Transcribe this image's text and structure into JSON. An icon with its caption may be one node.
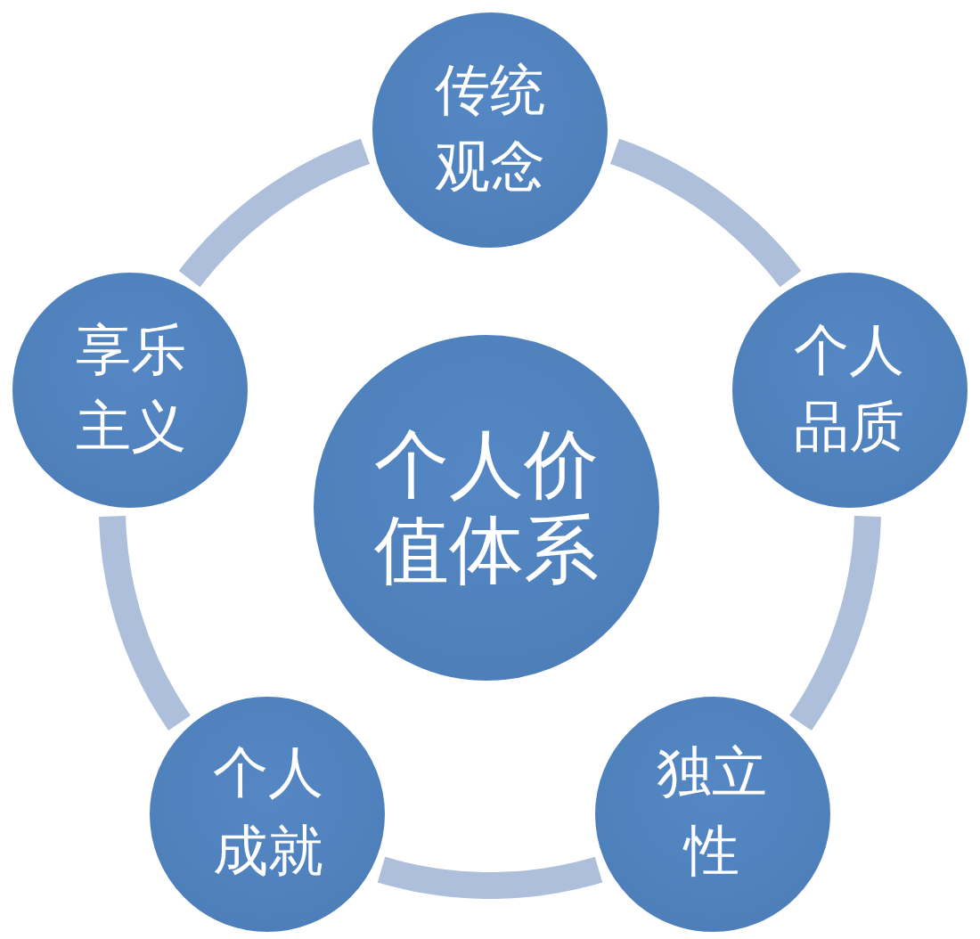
{
  "diagram": {
    "nodes": [
      {
        "text": [
          "传统观念"
        ]
      },
      {
        "text": [
          "享乐主义"
        ]
      },
      {
        "text": [
          "个人品质"
        ]
      },
      {
        "text": [
          "个人价值体系"
        ]
      },
      {
        "text": [
          "个人成就"
        ]
      },
      {
        "text": [
          "独立性"
        ]
      }
    ],
    "edges": [
      {
        "from": 0,
        "to": 2,
        "arrow": "none"
      },
      {
        "from": 2,
        "to": 5,
        "arrow": "none"
      },
      {
        "from": 5,
        "to": 4,
        "arrow": "none"
      },
      {
        "from": 4,
        "to": 1,
        "arrow": "none"
      },
      {
        "from": 1,
        "to": 0,
        "arrow": "none"
      }
    ]
  }
}
